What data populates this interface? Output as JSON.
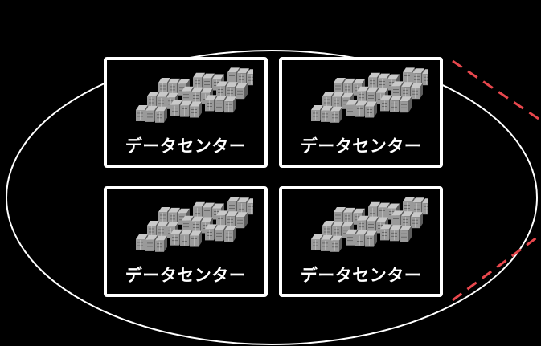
{
  "colors": {
    "background": "#000000",
    "ellipse_stroke": "#ffffff",
    "box_stroke": "#ffffff",
    "label_text": "#ffffff",
    "callout_dash": "#e8474d",
    "rack_light": "#c9c9c9",
    "rack_mid": "#9a9a9a",
    "rack_dark": "#5d5d5d"
  },
  "data_centers": [
    {
      "label": "データセンター",
      "icon": "server-racks-icon"
    },
    {
      "label": "データセンター",
      "icon": "server-racks-icon"
    },
    {
      "label": "データセンター",
      "icon": "server-racks-icon"
    },
    {
      "label": "データセンター",
      "icon": "server-racks-icon"
    }
  ]
}
